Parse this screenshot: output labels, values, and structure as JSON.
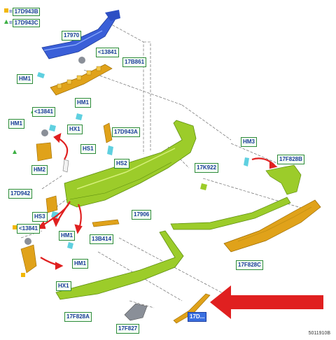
{
  "legend": {
    "square_ref": "17D943B",
    "triangle_ref": "17D943C",
    "square_color": "#f2b705",
    "triangle_color": "#3cb043"
  },
  "labels": {
    "l17970": "17970",
    "l13841a": "<13841",
    "l17B861": "17B861",
    "hm1a": "HM1",
    "hm1b": "HM1",
    "l13841b": "<13841",
    "hm1c": "HM1",
    "hx1a": "HX1",
    "l17D943A": "17D943A",
    "hs1": "HS1",
    "hs2": "HS2",
    "hm2": "HM2",
    "hm3": "HM3",
    "l17F828B": "17F828B",
    "l17K922": "17K922",
    "l17D942": "17D942",
    "hs3": "HS3",
    "l17906": "17906",
    "l13841c": "<13841",
    "hm1d": "HM1",
    "l13B414": "13B414",
    "hm1e": "HM1",
    "hx1b": "HX1",
    "l17F828C": "17F828C",
    "l17F828A": "17F828A",
    "l17F827": "17F827",
    "l17D": "17D..."
  },
  "diagram_code": "5011910B",
  "colors": {
    "bumper_green": "#9ccc2a",
    "bumper_dark": "#5f8f10",
    "bracket_orange": "#e0a21a",
    "beam_blue": "#3a5fd8",
    "highlight_red": "#e02020",
    "leader": "#555555"
  }
}
